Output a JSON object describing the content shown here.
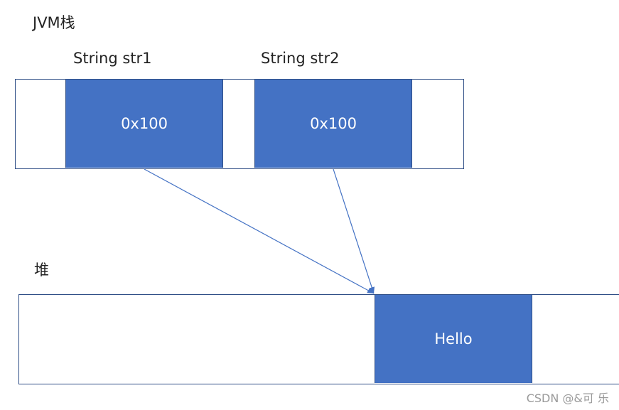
{
  "stack": {
    "title": "JVM栈",
    "var1_label": "String str1",
    "var2_label": "String str2",
    "cell1_value": "0x100",
    "cell2_value": "0x100"
  },
  "heap": {
    "title": "堆",
    "cell_value": "Hello"
  },
  "watermark": "CSDN @&可 乐",
  "colors": {
    "fill": "#4472c4",
    "border": "#2f4e86",
    "arrow": "#4472c4"
  }
}
